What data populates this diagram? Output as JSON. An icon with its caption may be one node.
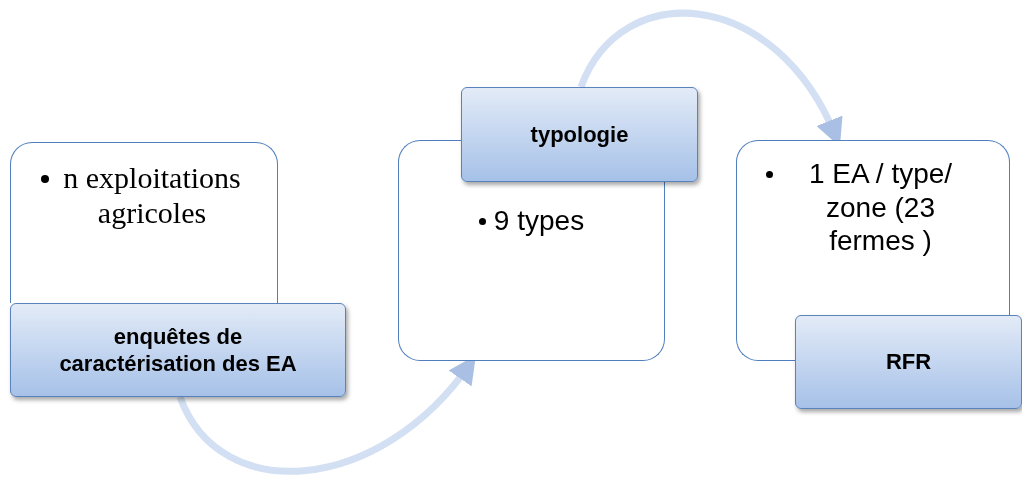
{
  "diagram": {
    "nodes": [
      {
        "text": [
          "n exploitations agricoles"
        ]
      },
      {
        "text": [
          "enquêtes de caractérisation des EA"
        ]
      },
      {
        "text": [
          "9 types"
        ]
      },
      {
        "text": [
          "typologie"
        ]
      },
      {
        "text": [
          "1 EA / type/ zone (23 fermes )"
        ]
      },
      {
        "text": [
          "RFR"
        ]
      }
    ],
    "edges": [
      {
        "from": 1,
        "to": 2,
        "arrow": "to"
      },
      {
        "from": 3,
        "to": 4,
        "arrow": "to"
      }
    ]
  }
}
